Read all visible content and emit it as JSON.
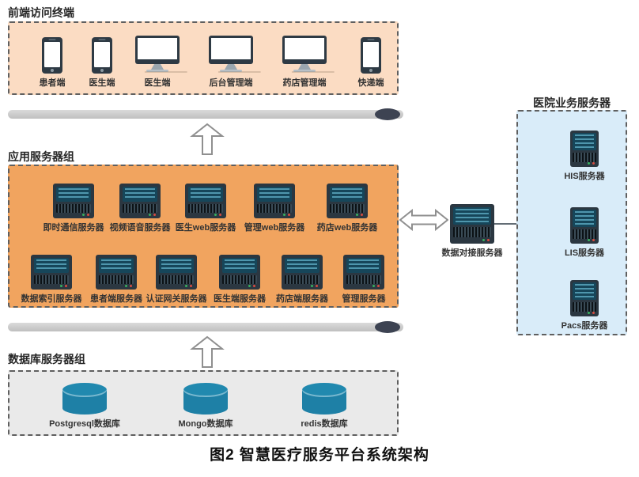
{
  "figure_caption": "图2 智慧医疗服务平台系统架构",
  "frontend": {
    "title": "前端访问终端",
    "terminals": [
      {
        "label": "患者端",
        "icon": "phone"
      },
      {
        "label": "医生端",
        "icon": "phone"
      },
      {
        "label": "医生端",
        "icon": "monitor"
      },
      {
        "label": "后台管理端",
        "icon": "monitor"
      },
      {
        "label": "药店管理端",
        "icon": "monitor"
      },
      {
        "label": "快递端",
        "icon": "phone"
      }
    ]
  },
  "app_servers": {
    "title": "应用服务器组",
    "row1": [
      "即时通信服务器",
      "视频语音服务器",
      "医生web服务器",
      "管理web服务器",
      "药店web服务器"
    ],
    "row2": [
      "数据索引服务器",
      "患者端服务器",
      "认证网关服务器",
      "医生端服务器",
      "药店端服务器",
      "管理服务器"
    ]
  },
  "gateway": {
    "label": "数据对接服务器"
  },
  "hospital": {
    "title": "医院业务服务器",
    "servers": [
      "HIS服务器",
      "LIS服务器",
      "Pacs服务器"
    ]
  },
  "databases": {
    "title": "数据库服务器组",
    "items": [
      "Postgresql数据库",
      "Mongo数据库",
      "redis数据库"
    ]
  },
  "colors": {
    "frontend_bg": "#fbdcc3",
    "app_bg": "#f1a45f",
    "hospital_bg": "#d9ecf9",
    "database_bg": "#eaeaea",
    "server_body": "#2b3741",
    "server_panel": "#16465a",
    "panel_line": "#4e96ad",
    "cylinder_teal": "#1e80a6",
    "bar_gray": "#c9c9c9",
    "bar_endpoint": "#3d4352",
    "connector": "#636d75"
  }
}
